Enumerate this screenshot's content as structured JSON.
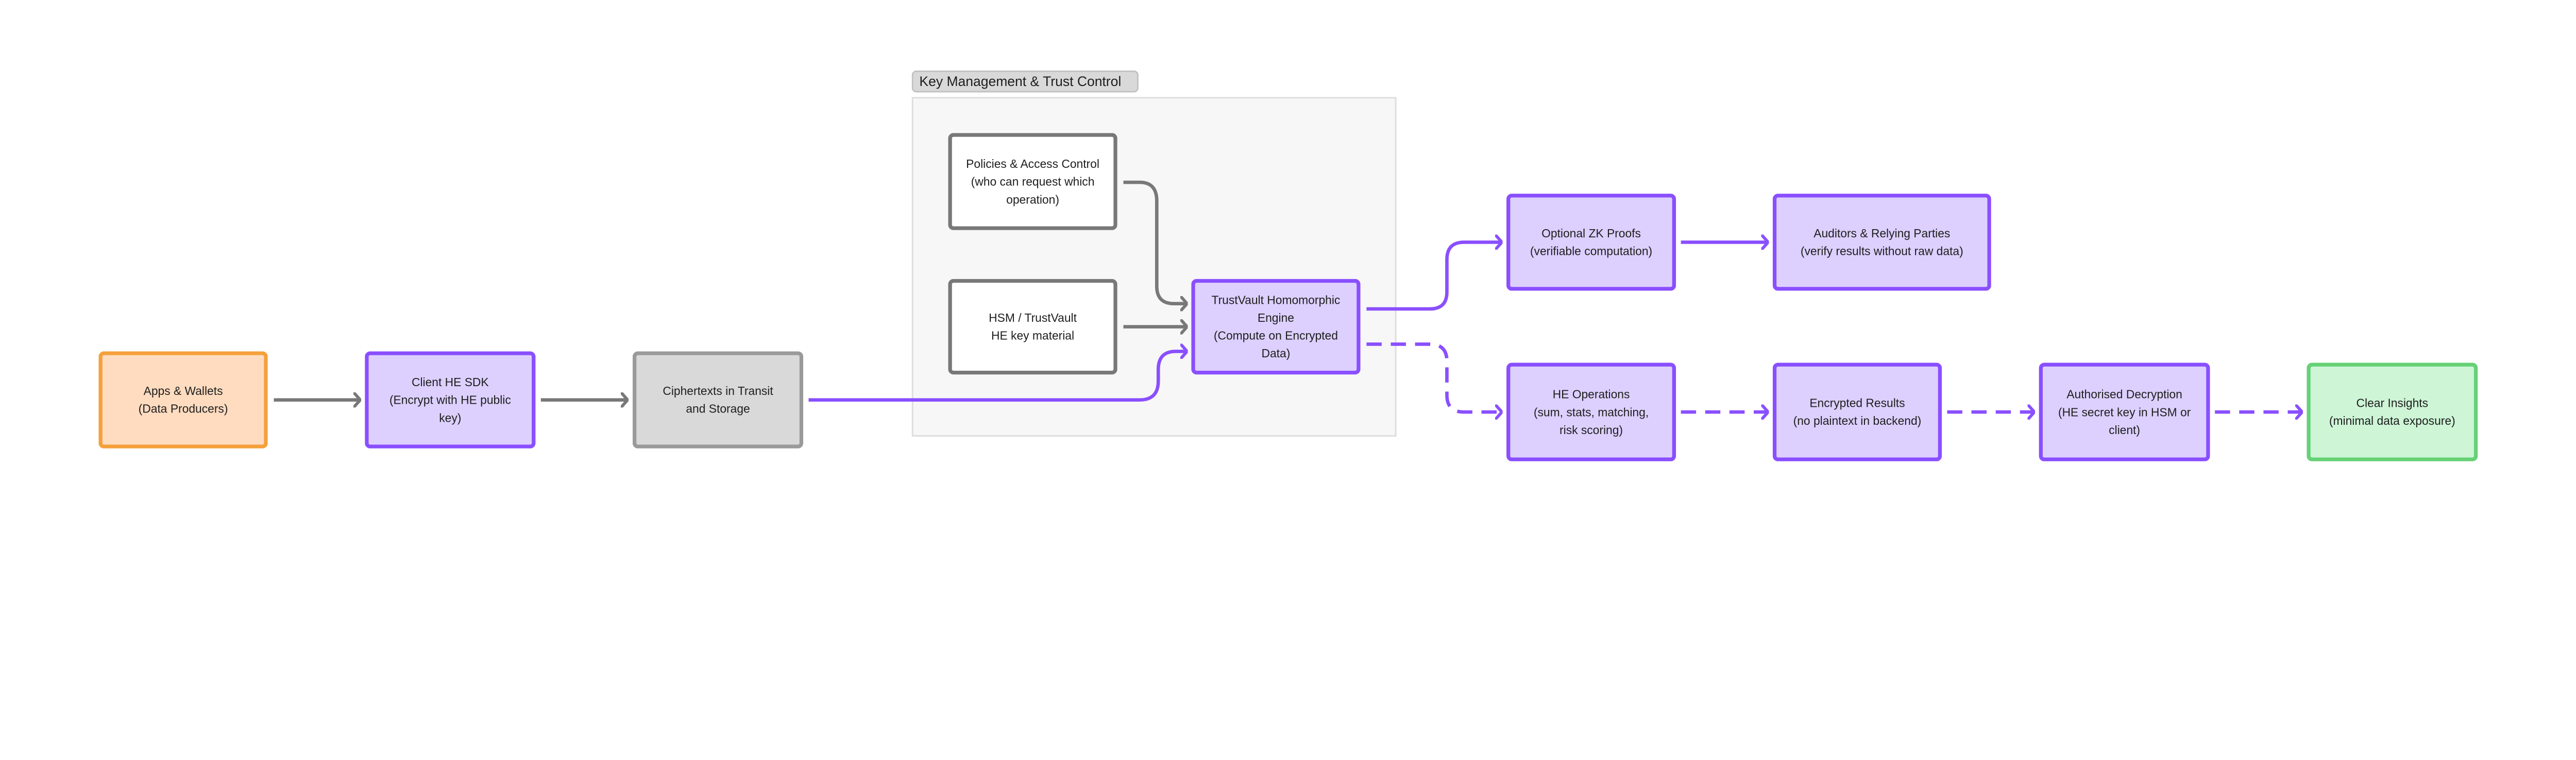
{
  "group": {
    "label": "Key Management & Trust Control"
  },
  "nodes": {
    "apps": "Apps & Wallets\n(Data Producers)",
    "sdk": "Client HE SDK\n(Encrypt with HE public\nkey)",
    "cipher": "Ciphertexts in Transit\nand Storage",
    "policies": "Policies & Access Control\n(who can request which\noperation)",
    "hsm": "HSM / TrustVault\nHE key material",
    "engine": "TrustVault Homomorphic\nEngine\n(Compute on Encrypted\nData)",
    "zk": "Optional ZK Proofs\n(verifiable computation)",
    "auditors": "Auditors & Relying Parties\n(verify results without raw data)",
    "heops": "HE Operations\n(sum, stats, matching,\nrisk scoring)",
    "encresults": "Encrypted Results\n(no plaintext in backend)",
    "decrypt": "Authorised Decryption\n(HE secret key in HSM or\nclient)",
    "insights": "Clear Insights\n(minimal data exposure)"
  },
  "colors": {
    "purple": "#8a4fff",
    "gray": "#787878",
    "orange": "#f5a03c",
    "green": "#66d176"
  }
}
